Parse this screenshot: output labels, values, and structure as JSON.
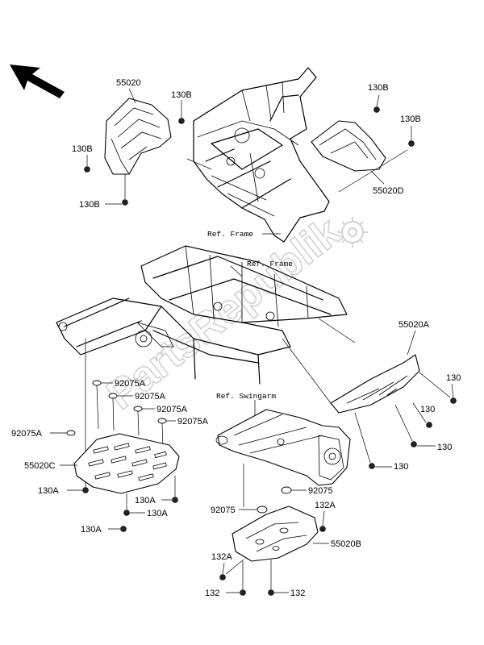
{
  "watermark": {
    "text": "PartsRepublik",
    "color": "#cfcfcf"
  },
  "arrow_icon": "front-direction-arrow-icon",
  "refs": {
    "frame_upper": "Ref. Frame",
    "frame_lower": "Ref. Frame",
    "swingarm": "Ref. Swingarm"
  },
  "labels": {
    "l55020": "55020",
    "l130B_a": "130B",
    "l130B_b": "130B",
    "l130B_c": "130B",
    "l130B_d": "130B",
    "l130B_e": "130B",
    "l55020D": "55020D",
    "l55020A": "55020A",
    "l130_a": "130",
    "l130_b": "130",
    "l130_c": "130",
    "l130_d": "130",
    "l92075A_a": "92075A",
    "l92075A_b": "92075A",
    "l92075A_c": "92075A",
    "l92075A_d": "92075A",
    "l92075A_e": "92075A",
    "l55020C": "55020C",
    "l130A_a": "130A",
    "l130A_b": "130A",
    "l130A_c": "130A",
    "l130A_d": "130A",
    "l92075_a": "92075",
    "l92075_b": "92075",
    "l132A_a": "132A",
    "l132A_b": "132A",
    "l55020B": "55020B",
    "l132_a": "132",
    "l132_b": "132"
  }
}
